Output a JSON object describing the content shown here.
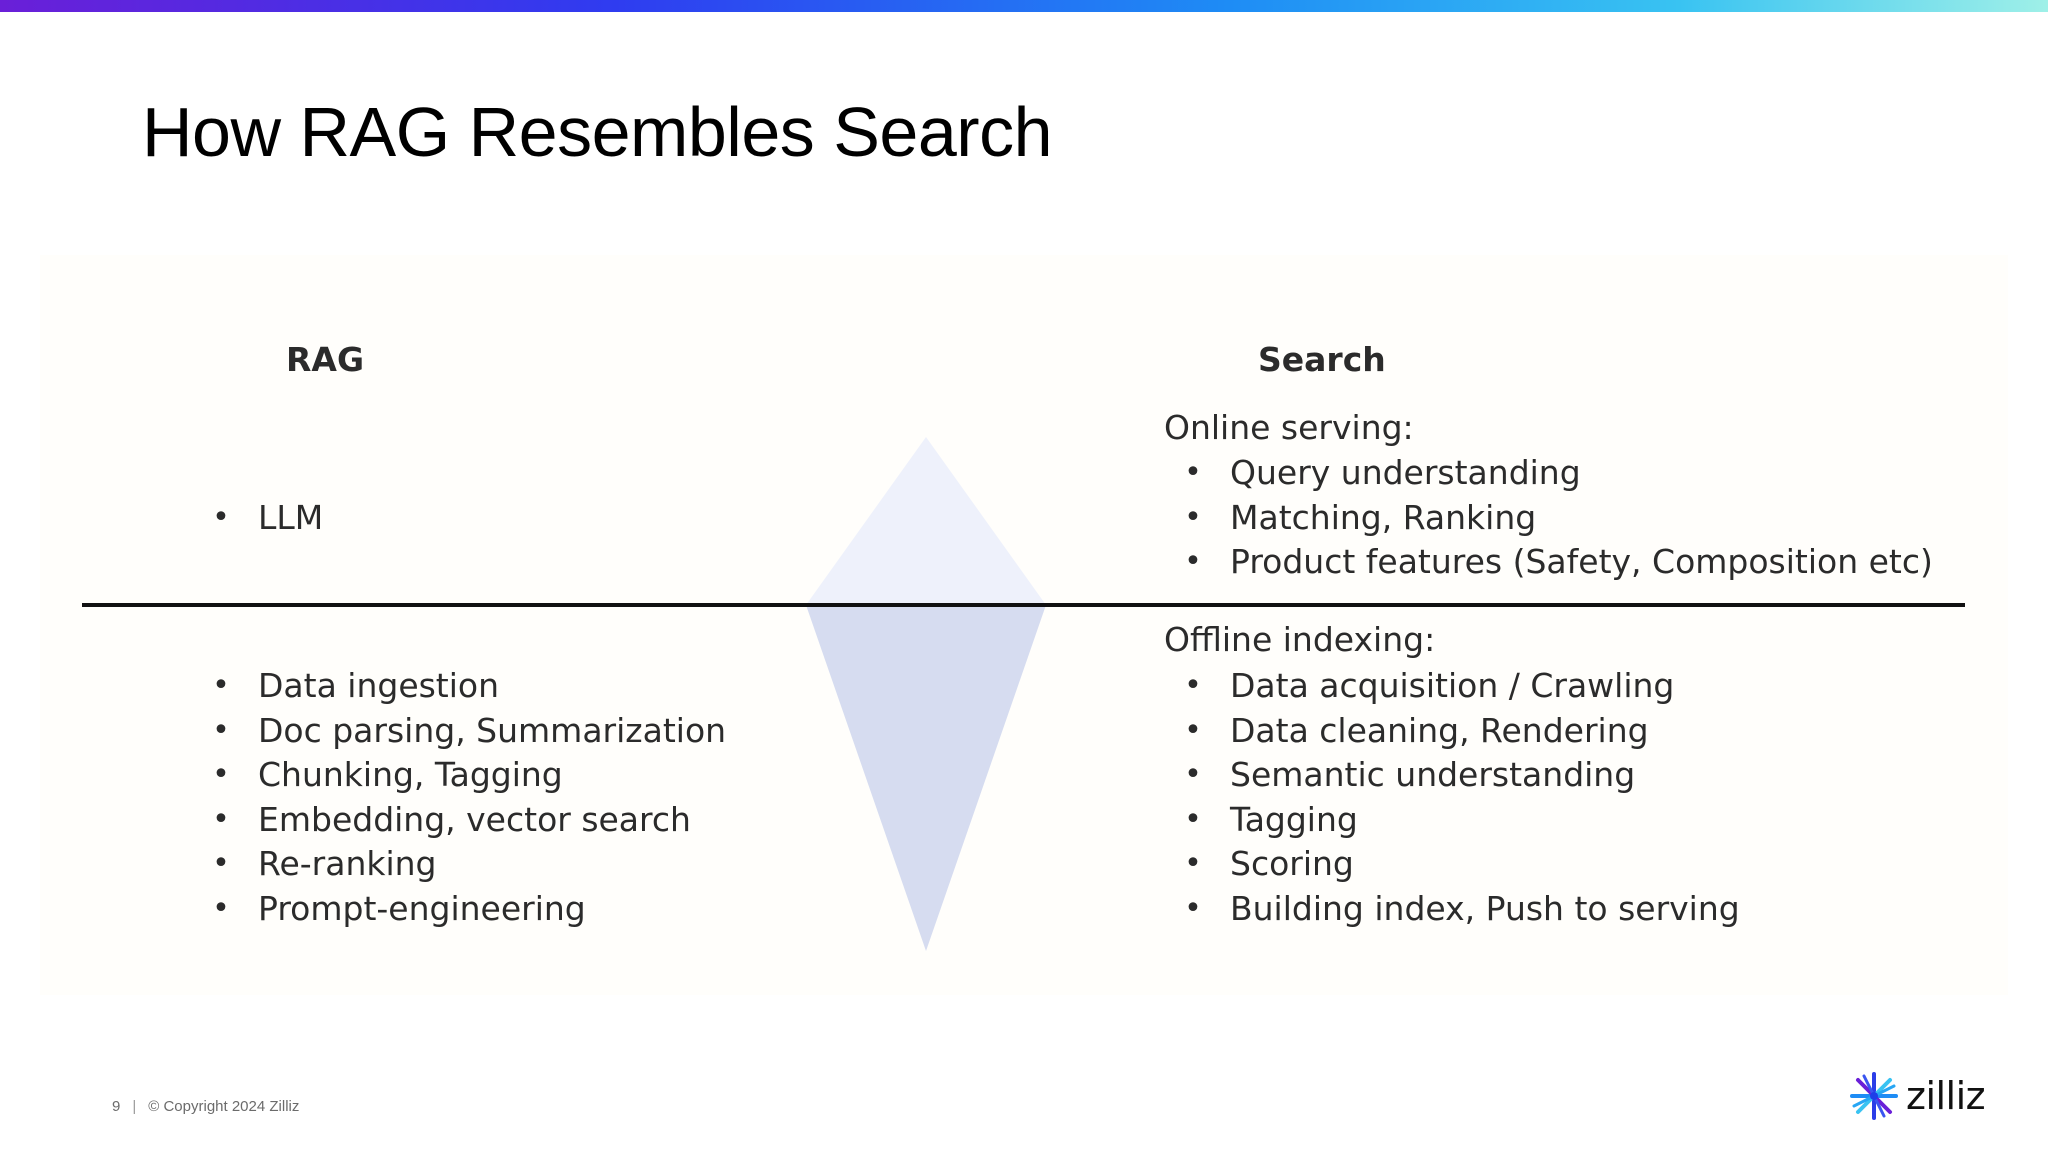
{
  "slide": {
    "title": "How RAG Resembles Search"
  },
  "rag": {
    "heading": "RAG",
    "above": [
      "LLM"
    ],
    "below": [
      "Data ingestion",
      "Doc parsing, Summarization",
      "Chunking, Tagging",
      "Embedding, vector search",
      "Re-ranking",
      "Prompt-engineering"
    ]
  },
  "search": {
    "heading": "Search",
    "online_label": "Online serving:",
    "online": [
      "Query understanding",
      "Matching, Ranking",
      "Product features (Safety, Composition etc)"
    ],
    "offline_label": "Offline indexing:",
    "offline": [
      "Data acquisition / Crawling",
      "Data cleaning, Rendering",
      "Semantic understanding",
      "Tagging",
      "Scoring",
      "Building index, Push to serving"
    ]
  },
  "footer": {
    "page_number": "9",
    "separator": "|",
    "copyright": "© Copyright  2024  Zilliz"
  },
  "brand": {
    "name": "zilliz",
    "accent_colors": [
      "#6a1fd8",
      "#2f3cf0",
      "#1e8cf5",
      "#39c3f2",
      "#9ff0e8"
    ],
    "iceberg_color": "#d6dcf0"
  }
}
